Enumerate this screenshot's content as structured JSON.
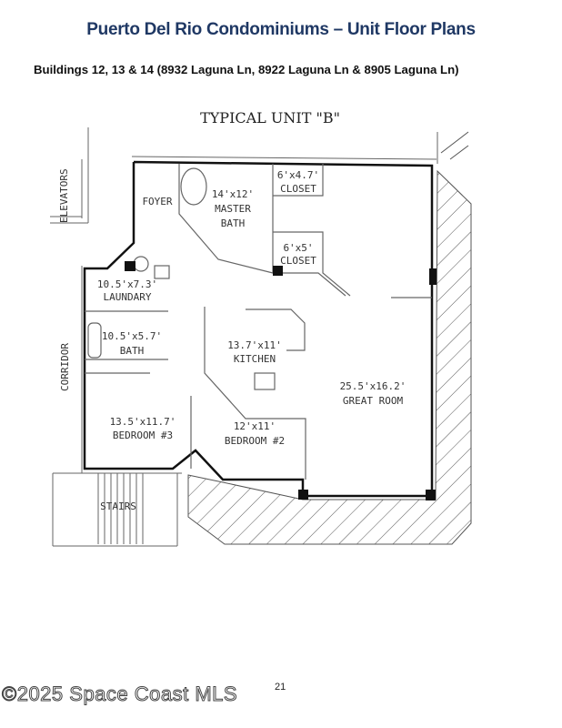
{
  "header": {
    "title": "Puerto Del Rio Condominiums – Unit Floor Plans",
    "subtitle": "Buildings 12, 13 & 14 (8932 Laguna Ln, 8922 Laguna Ln & 8905 Laguna Ln)"
  },
  "floor_plan": {
    "title": "TYPICAL UNIT \"B\"",
    "labels": {
      "elevators": "ELEVATORS",
      "corridor": "CORRIDOR",
      "stairs": "STAIRS",
      "foyer": "FOYER"
    },
    "rooms": [
      {
        "size": "14'x12'",
        "name": "MASTER",
        "name2": "BATH"
      },
      {
        "size": "6'x4.7'",
        "name": "CLOSET"
      },
      {
        "size": "6'x5'",
        "name": "CLOSET"
      },
      {
        "size": "10.5'x7.3'",
        "name": "LAUNDARY"
      },
      {
        "size": "10.5'x5.7'",
        "name": "BATH"
      },
      {
        "size": "13.7'x11'",
        "name": "KITCHEN"
      },
      {
        "size": "25.5'x16.2'",
        "name": "GREAT ROOM"
      },
      {
        "size": "13.5'x11.7'",
        "name": "BEDROOM #3"
      },
      {
        "size": "12'x11'",
        "name": "BEDROOM #2"
      }
    ]
  },
  "footer": {
    "page_number": "21",
    "watermark": "©2025 Space Coast MLS"
  }
}
